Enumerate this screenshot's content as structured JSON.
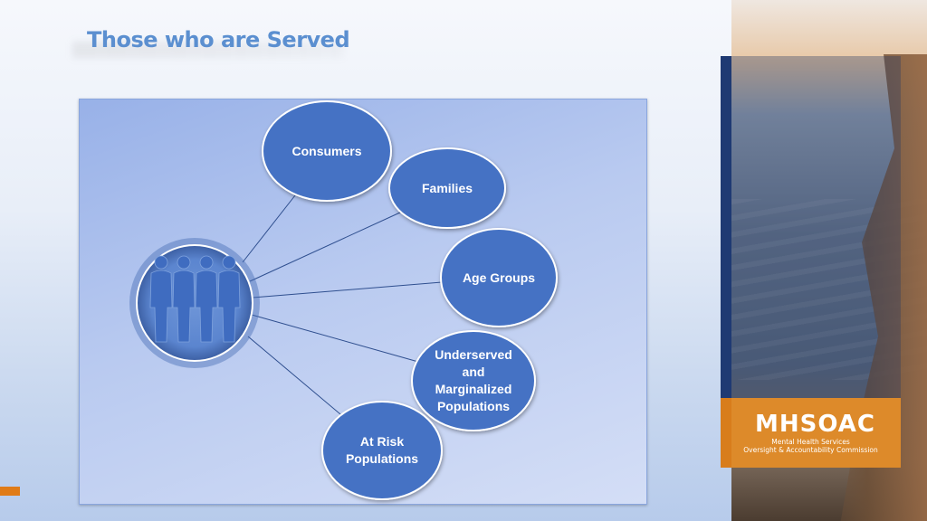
{
  "slide": {
    "title": "Those who are Served"
  },
  "diagram": {
    "center_icon": "people-group-icon",
    "nodes": [
      {
        "id": "consumers",
        "label": "Consumers"
      },
      {
        "id": "families",
        "label": "Families"
      },
      {
        "id": "age-groups",
        "label": "Age Groups"
      },
      {
        "id": "underserved",
        "label": "Underserved\nand\nMarginalized\nPopulations"
      },
      {
        "id": "at-risk",
        "label": "At Risk\nPopulations"
      }
    ],
    "colors": {
      "bubble_fill": "#4472c4",
      "bubble_border": "#ffffff",
      "connector": "#2f4f8f",
      "center_fill": "#5b85cf",
      "people_fill": "#3f6cc0"
    }
  },
  "branding": {
    "logo_text": "MHSOAC",
    "line1": "Mental Health Services",
    "line2": "Oversight & Accountability Commission",
    "colors": {
      "orange": "#dd8a2a",
      "navy": "#1f3a73"
    }
  },
  "accents": {
    "orange_square": "#e07b17"
  }
}
